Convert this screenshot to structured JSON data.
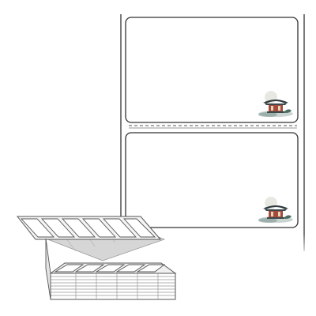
{
  "product": {
    "name": "",
    "label_count_visible": 2,
    "design_motif": "korean-pavilion-ink-wash",
    "fold_style": "fanfold",
    "colors": {
      "sheet_border": "#222222",
      "label_border": "#333333",
      "perforation": "#555555",
      "stack_shade": "#d6d6d6",
      "roof": "#2f3a3c",
      "wall": "#a54a3c",
      "moon": "#e6e6e0",
      "mist": "#9fb2ad"
    }
  }
}
